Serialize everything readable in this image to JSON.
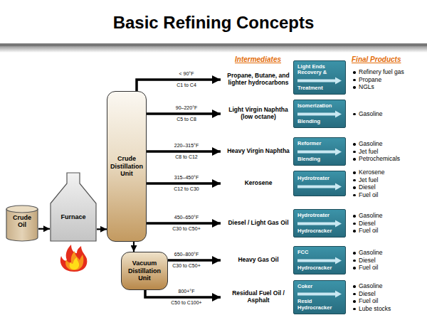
{
  "diagram": {
    "title": "Basic Refining Concepts",
    "nodes": [
      {
        "text": [
          "Crude Oil"
        ]
      },
      {
        "text": [
          "Furnace"
        ]
      },
      {
        "text": [
          "Crude Distillation Unit"
        ]
      },
      {
        "text": [
          "Vacuum Distillation Unit"
        ]
      },
      {
        "text": [
          "Light Ends Recovery &",
          "Treatment"
        ]
      },
      {
        "text": [
          "Isomerization",
          "Blending"
        ]
      },
      {
        "text": [
          "Reformer",
          "Blending"
        ]
      },
      {
        "text": [
          "Hydrotreater"
        ]
      },
      {
        "text": [
          "Hydrotreater",
          "Hydrocracker"
        ]
      },
      {
        "text": [
          "FCC",
          "Hydrocracker"
        ]
      },
      {
        "text": [
          "Coker",
          "Resid Hydrocracker"
        ]
      }
    ],
    "edges": [
      {
        "from": 0,
        "to": 1,
        "arrow": "to"
      },
      {
        "from": 1,
        "to": 2,
        "arrow": "to"
      },
      {
        "from": 2,
        "to": 3,
        "arrow": "to"
      }
    ],
    "labels": [
      "Intermediates",
      "Final Products",
      "< 90°F",
      "C1 to C4",
      "Propane, Butane, and lighter hydrocarbons",
      "Refinery fuel gas",
      "Propane",
      "NGLs",
      "90–220°F",
      "C5 to C8",
      "Light Virgin Naphtha (low octane)",
      "Gasoline",
      "220–315°F",
      "C8 to C12",
      "Heavy Virgin Naphtha",
      "Gasoline",
      "Jet fuel",
      "Petrochemicals",
      "315–450°F",
      "C12 to C30",
      "Kerosene",
      "Kerosene",
      "Jet fuel",
      "Diesel",
      "Fuel oil",
      "450–650°F",
      "C30 to C50+",
      "Diesel / Light Gas Oil",
      "Gasoline",
      "Diesel",
      "Fuel oil",
      "650–800°F",
      "C30 to C50+",
      "Heavy Gas Oil",
      "Gasoline",
      "Diesel",
      "Fuel oil",
      "800+°F",
      "C50 to C100+",
      "Residual Fuel Oil / Asphalt",
      "Gasoline",
      "Diesel",
      "Fuel oil",
      "Lube stocks"
    ]
  }
}
